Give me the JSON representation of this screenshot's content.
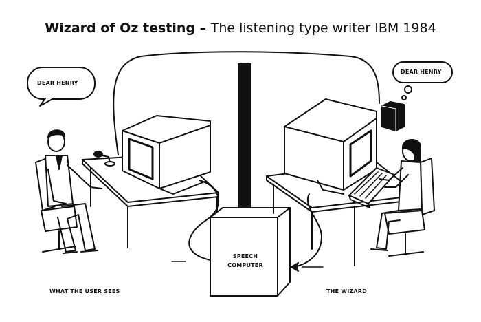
{
  "title": {
    "bold": "Wizard of Oz testing",
    "dash": " – ",
    "rest": "The listening type writer IBM 1984"
  },
  "bubbles": {
    "user_speech": "DEAR HENRY",
    "wizard_thought": "DEAR HENRY"
  },
  "center_box": {
    "line1": "SPEECH",
    "line2": "COMPUTER"
  },
  "captions": {
    "user_side": "WHAT THE USER SEES",
    "wizard_side": "THE WIZARD"
  }
}
